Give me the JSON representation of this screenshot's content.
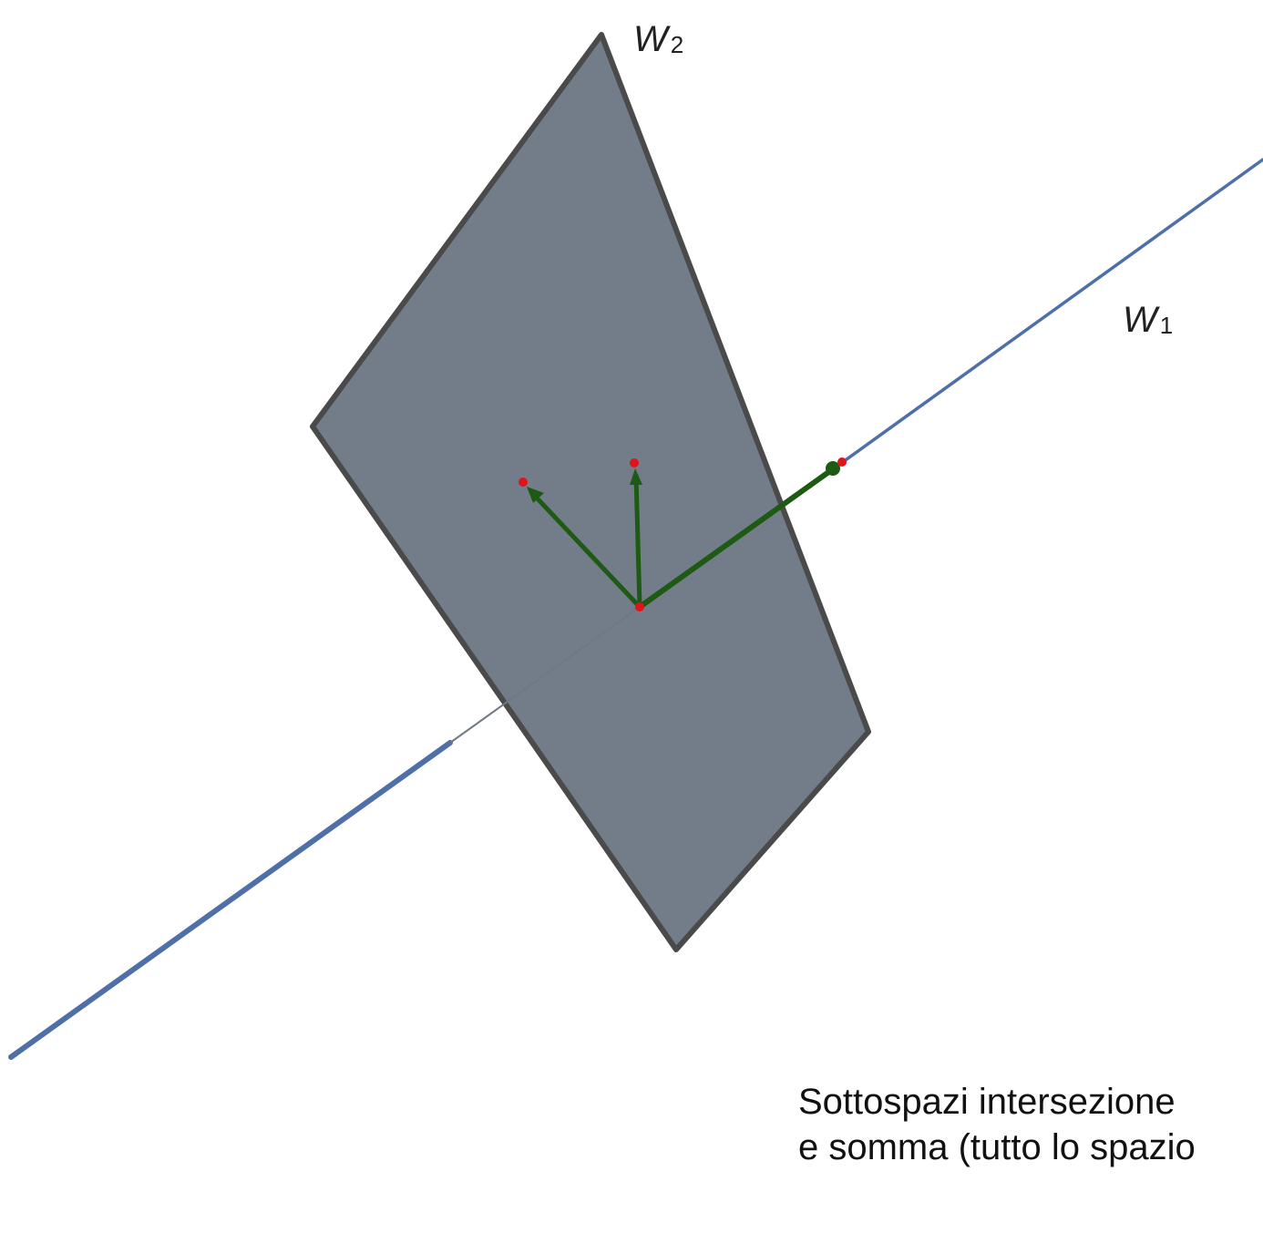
{
  "labels": {
    "w2": {
      "letter": "W",
      "index": "2"
    },
    "w1": {
      "letter": "W",
      "index": "1"
    }
  },
  "caption": {
    "line1": "Sottospazi intersezione",
    "line2": "e somma (tutto lo spazio"
  },
  "colors": {
    "plane_fill": "#737c89",
    "plane_edge": "#4a4a4a",
    "line": "#4f6fa8",
    "vector": "#1e5a14",
    "point": "#e0141a"
  }
}
